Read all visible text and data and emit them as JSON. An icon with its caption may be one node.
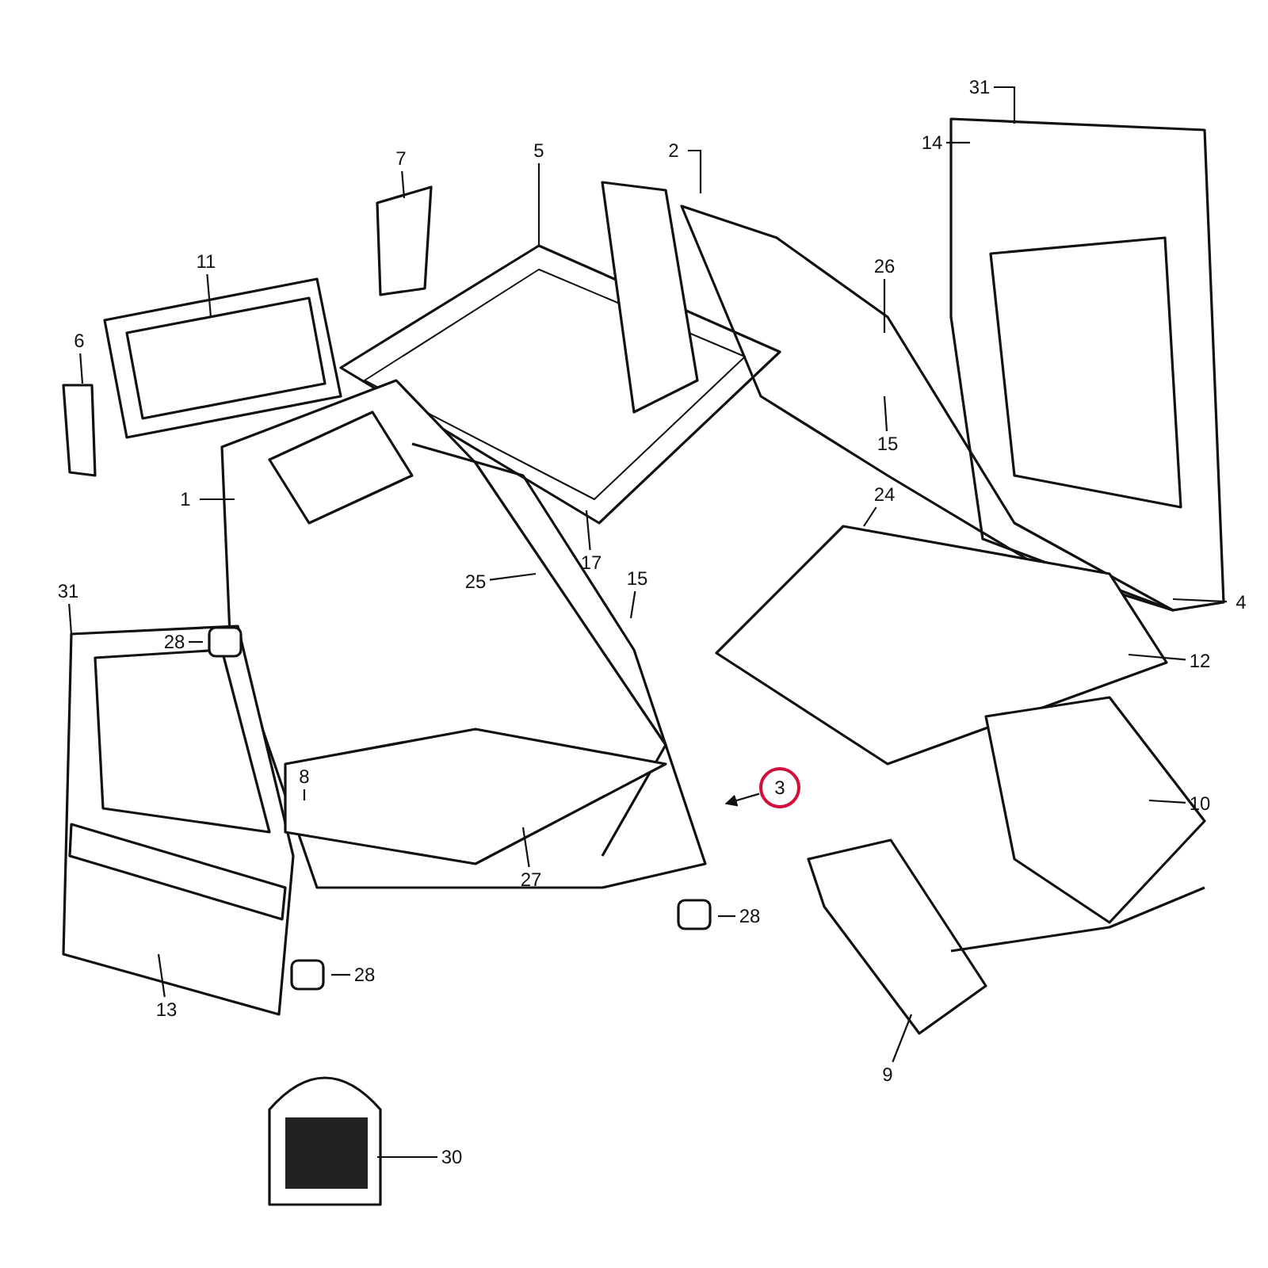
{
  "diagram": {
    "nodes": [
      {
        "text": [
          "31"
        ]
      },
      {
        "text": [
          "14"
        ]
      },
      {
        "text": [
          "2"
        ]
      },
      {
        "text": [
          "26"
        ]
      },
      {
        "text": [
          "15"
        ]
      },
      {
        "text": [
          "24"
        ]
      },
      {
        "text": [
          "4"
        ]
      },
      {
        "text": [
          "12"
        ]
      },
      {
        "text": [
          "10"
        ]
      },
      {
        "text": [
          "9"
        ]
      },
      {
        "text": [
          "5"
        ]
      },
      {
        "text": [
          "7"
        ]
      },
      {
        "text": [
          "11"
        ]
      },
      {
        "text": [
          "6"
        ]
      },
      {
        "text": [
          "1"
        ]
      },
      {
        "text": [
          "17"
        ]
      },
      {
        "text": [
          "25"
        ]
      },
      {
        "text": [
          "15"
        ]
      },
      {
        "text": [
          "3"
        ]
      },
      {
        "text": [
          "31"
        ]
      },
      {
        "text": [
          "28"
        ]
      },
      {
        "text": [
          "8"
        ]
      },
      {
        "text": [
          "27"
        ]
      },
      {
        "text": [
          "28"
        ]
      },
      {
        "text": [
          "28"
        ]
      },
      {
        "text": [
          "13"
        ]
      },
      {
        "text": [
          "30"
        ]
      }
    ],
    "edges": [
      {
        "from": 0,
        "to": null,
        "arrow": "none"
      },
      {
        "from": 1,
        "to": null,
        "arrow": "none"
      },
      {
        "from": 2,
        "to": null,
        "arrow": "none"
      },
      {
        "from": 3,
        "to": null,
        "arrow": "none"
      },
      {
        "from": 4,
        "to": null,
        "arrow": "none"
      },
      {
        "from": 5,
        "to": null,
        "arrow": "none"
      },
      {
        "from": 6,
        "to": null,
        "arrow": "none"
      },
      {
        "from": 7,
        "to": null,
        "arrow": "none"
      },
      {
        "from": 8,
        "to": null,
        "arrow": "none"
      },
      {
        "from": 9,
        "to": null,
        "arrow": "none"
      },
      {
        "from": 10,
        "to": null,
        "arrow": "none"
      },
      {
        "from": 11,
        "to": null,
        "arrow": "none"
      },
      {
        "from": 12,
        "to": null,
        "arrow": "none"
      },
      {
        "from": 13,
        "to": null,
        "arrow": "none"
      },
      {
        "from": 14,
        "to": null,
        "arrow": "none"
      },
      {
        "from": 15,
        "to": null,
        "arrow": "none"
      },
      {
        "from": 16,
        "to": null,
        "arrow": "none"
      },
      {
        "from": 17,
        "to": null,
        "arrow": "none"
      },
      {
        "from": 18,
        "to": null,
        "arrow": "to"
      },
      {
        "from": 19,
        "to": null,
        "arrow": "none"
      },
      {
        "from": 20,
        "to": null,
        "arrow": "none"
      },
      {
        "from": 21,
        "to": null,
        "arrow": "none"
      },
      {
        "from": 22,
        "to": null,
        "arrow": "none"
      },
      {
        "from": 23,
        "to": null,
        "arrow": "none"
      },
      {
        "from": 24,
        "to": null,
        "arrow": "none"
      },
      {
        "from": 25,
        "to": null,
        "arrow": "none"
      },
      {
        "from": 26,
        "to": null,
        "arrow": "none"
      }
    ]
  }
}
